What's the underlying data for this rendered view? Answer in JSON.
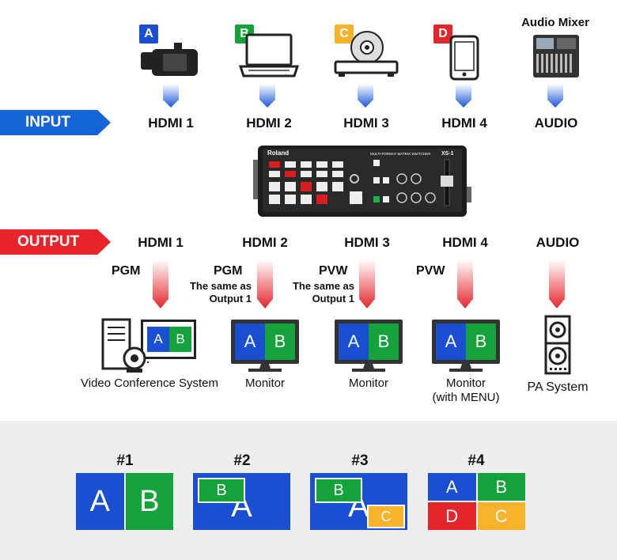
{
  "sources": [
    {
      "badge": "A",
      "badge_color": "#1a4fd1",
      "icon": "camcorder-icon",
      "port": "HDMI 1"
    },
    {
      "badge": "B",
      "badge_color": "#13a33a",
      "icon": "laptop-icon",
      "port": "HDMI 2"
    },
    {
      "badge": "C",
      "badge_color": "#f7b32b",
      "icon": "bluray-player-icon",
      "port": "HDMI 3"
    },
    {
      "badge": "D",
      "badge_color": "#e4262c",
      "icon": "smartphone-icon",
      "port": "HDMI 4"
    },
    {
      "badge": "",
      "label": "Audio Mixer",
      "icon": "audio-mixer-icon",
      "port": "AUDIO"
    }
  ],
  "input_label": "INPUT",
  "output_label": "OUTPUT",
  "device": {
    "brand": "Roland",
    "model_text": "MULTI-FORMAT MATRIX SWITCHER",
    "model": "XS-1"
  },
  "outputs": [
    {
      "port": "HDMI 1",
      "signal": "PGM",
      "note": "",
      "device": "Video Conference System",
      "screen": [
        "A",
        "B"
      ]
    },
    {
      "port": "HDMI 2",
      "signal": "PGM",
      "note": "The same as\nOutput 1",
      "device": "Monitor",
      "screen": [
        "A",
        "B"
      ]
    },
    {
      "port": "HDMI 3",
      "signal": "PVW",
      "note": "The same as\nOutput 1",
      "device": "Monitor",
      "screen": [
        "A",
        "B"
      ]
    },
    {
      "port": "HDMI 4",
      "signal": "PVW",
      "note": "",
      "device": "Monitor\n(with MENU)",
      "screen": [
        "A",
        "B"
      ]
    },
    {
      "port": "AUDIO",
      "signal": "",
      "note": "",
      "device": "PA System",
      "screen": []
    }
  ],
  "patterns": [
    {
      "num": "#1",
      "type": "side-by-side",
      "letters": [
        "A",
        "B"
      ]
    },
    {
      "num": "#2",
      "type": "pip",
      "letters": [
        "A",
        "B"
      ]
    },
    {
      "num": "#3",
      "type": "pip-double",
      "letters": [
        "A",
        "B",
        "C"
      ]
    },
    {
      "num": "#4",
      "type": "quad",
      "letters": [
        "A",
        "B",
        "D",
        "C"
      ]
    }
  ],
  "colors": {
    "blue": "#1a4fd1",
    "green": "#13a33a",
    "yellow": "#f7b32b",
    "red": "#e4262c",
    "input_banner": "#1565d8",
    "output_banner": "#e8232a",
    "panel_bg": "#eeeeee"
  }
}
